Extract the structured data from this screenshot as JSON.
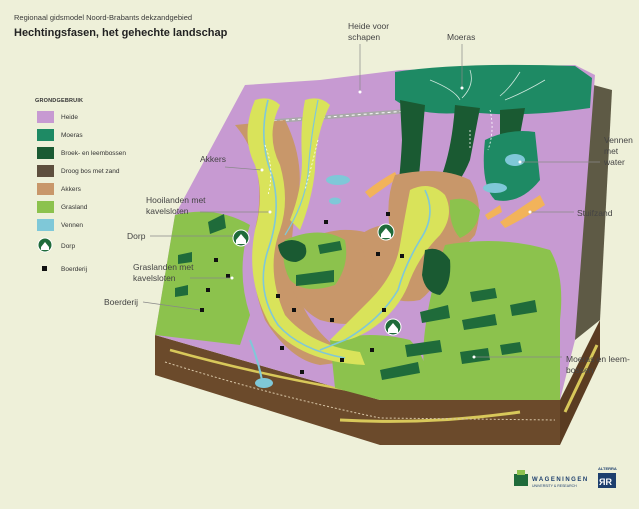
{
  "header": {
    "subtitle": "Regionaal gidsmodel Noord-Brabants dekzandgebied",
    "title": "Hechtingsfasen, het gehechte landschap"
  },
  "legend": {
    "title": "GRONDGEBRUIK",
    "items": [
      {
        "label": "Heide",
        "color": "#c79ad2"
      },
      {
        "label": "Moeras",
        "color": "#1e8a64"
      },
      {
        "label": "Broek- en leembossen",
        "color": "#1a5a32"
      },
      {
        "label": "Droog bos met zand",
        "color": "#5e4f3e"
      },
      {
        "label": "Akkers",
        "color": "#c8976a"
      },
      {
        "label": "Grasland",
        "color": "#8cc24d"
      },
      {
        "label": "Vennen",
        "color": "#7fc8d8"
      },
      {
        "label": "Dorp",
        "color": "#1f6b3a",
        "icon": "house-icon"
      },
      {
        "label": "Boerderij",
        "color": "#111111"
      }
    ]
  },
  "callouts": {
    "heide_voor_schapen": [
      "Heide voor",
      "schapen"
    ],
    "moeras": "Moeras",
    "akkers": "Akkers",
    "vennen_met_water": [
      "Vennen",
      "met",
      "water"
    ],
    "hooilanden": [
      "Hooilanden met",
      "kavelsloten"
    ],
    "stuifzand": "Stuifzand",
    "dorp": "Dorp",
    "graslanden": [
      "Graslanden met",
      "kavelsloten"
    ],
    "boerderij": "Boerderij",
    "moeras_leembossen": [
      "Moeras en leem-",
      "bossen"
    ]
  },
  "footer": {
    "logo_name": "WAGENINGEN",
    "logo_subtext": "UNIVERSITY & RESEARCH",
    "alterra_top": "ALTERRA"
  },
  "colors": {
    "background": "#eef0d9",
    "heide": "#c79ad2",
    "moeras": "#1e8a64",
    "broekbos": "#1a5a32",
    "akker": "#c8976a",
    "grasland": "#8cc24d",
    "hooiland": "#d9e35a",
    "water": "#7fc8d8",
    "soil": "#6b4a2b",
    "stuifzand": "#f2b35a"
  }
}
